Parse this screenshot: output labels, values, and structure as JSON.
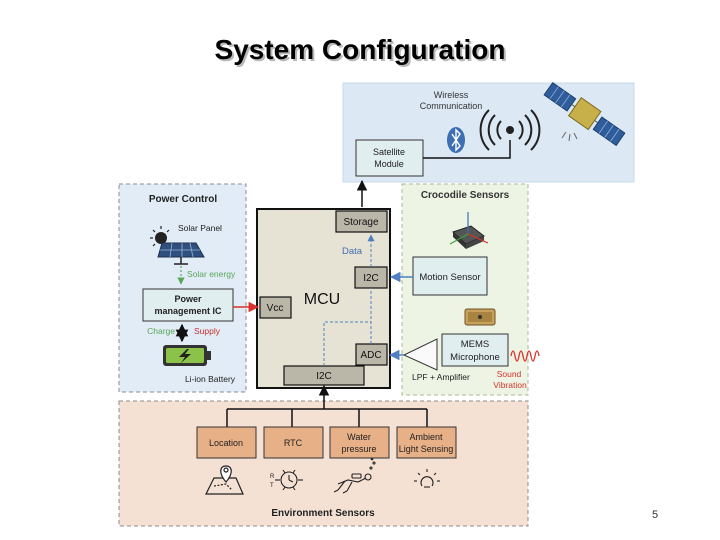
{
  "slide": {
    "title": "System Configuration",
    "page_number": "5"
  },
  "wireless": {
    "label_line1": "Wireless",
    "label_line2": "Communication",
    "module_line1": "Satellite",
    "module_line2": "Module"
  },
  "power": {
    "title": "Power Control",
    "solar_panel": "Solar Panel",
    "solar_energy": "Solar energy",
    "pmic_line1": "Power",
    "pmic_line2": "management IC",
    "charge": "Charge",
    "supply": "Supply",
    "battery": "Li-ion Battery"
  },
  "mcu": {
    "title": "MCU",
    "storage": "Storage",
    "data": "Data",
    "i2c_right": "I2C",
    "vcc": "Vcc",
    "adc": "ADC",
    "i2c_bottom": "I2C"
  },
  "crocodile": {
    "title": "Crocodile Sensors",
    "motion_sensor": "Motion Sensor",
    "mems_line1": "MEMS",
    "mems_line2": "Microphone",
    "lpf": "LPF + Amplifier",
    "sound_line1": "Sound",
    "sound_line2": "Vibration"
  },
  "environment": {
    "title": "Environment Sensors",
    "location": "Location",
    "rtc": "RTC",
    "water_line1": "Water",
    "water_line2": "pressure",
    "ambient_line1": "Ambient",
    "ambient_line2": "Light Sensing",
    "rtc_icon_r": "R",
    "rtc_icon_t": "T"
  },
  "colors": {
    "wireless_bg": "#dce9f5",
    "power_bg": "#e1ecf6",
    "env_bg": "#f4e1d4",
    "croc_bg": "#eef4e4",
    "mcu_bg": "#e6e3d5",
    "block_gray": "#bab6a8",
    "sensor_box": "#e1eef0",
    "env_box": "#e8b087",
    "arrow_blue": "#4f7fc0",
    "arrow_red": "#d9322a",
    "charge_green": "#5aa65a",
    "supply_red": "#c9302c"
  }
}
